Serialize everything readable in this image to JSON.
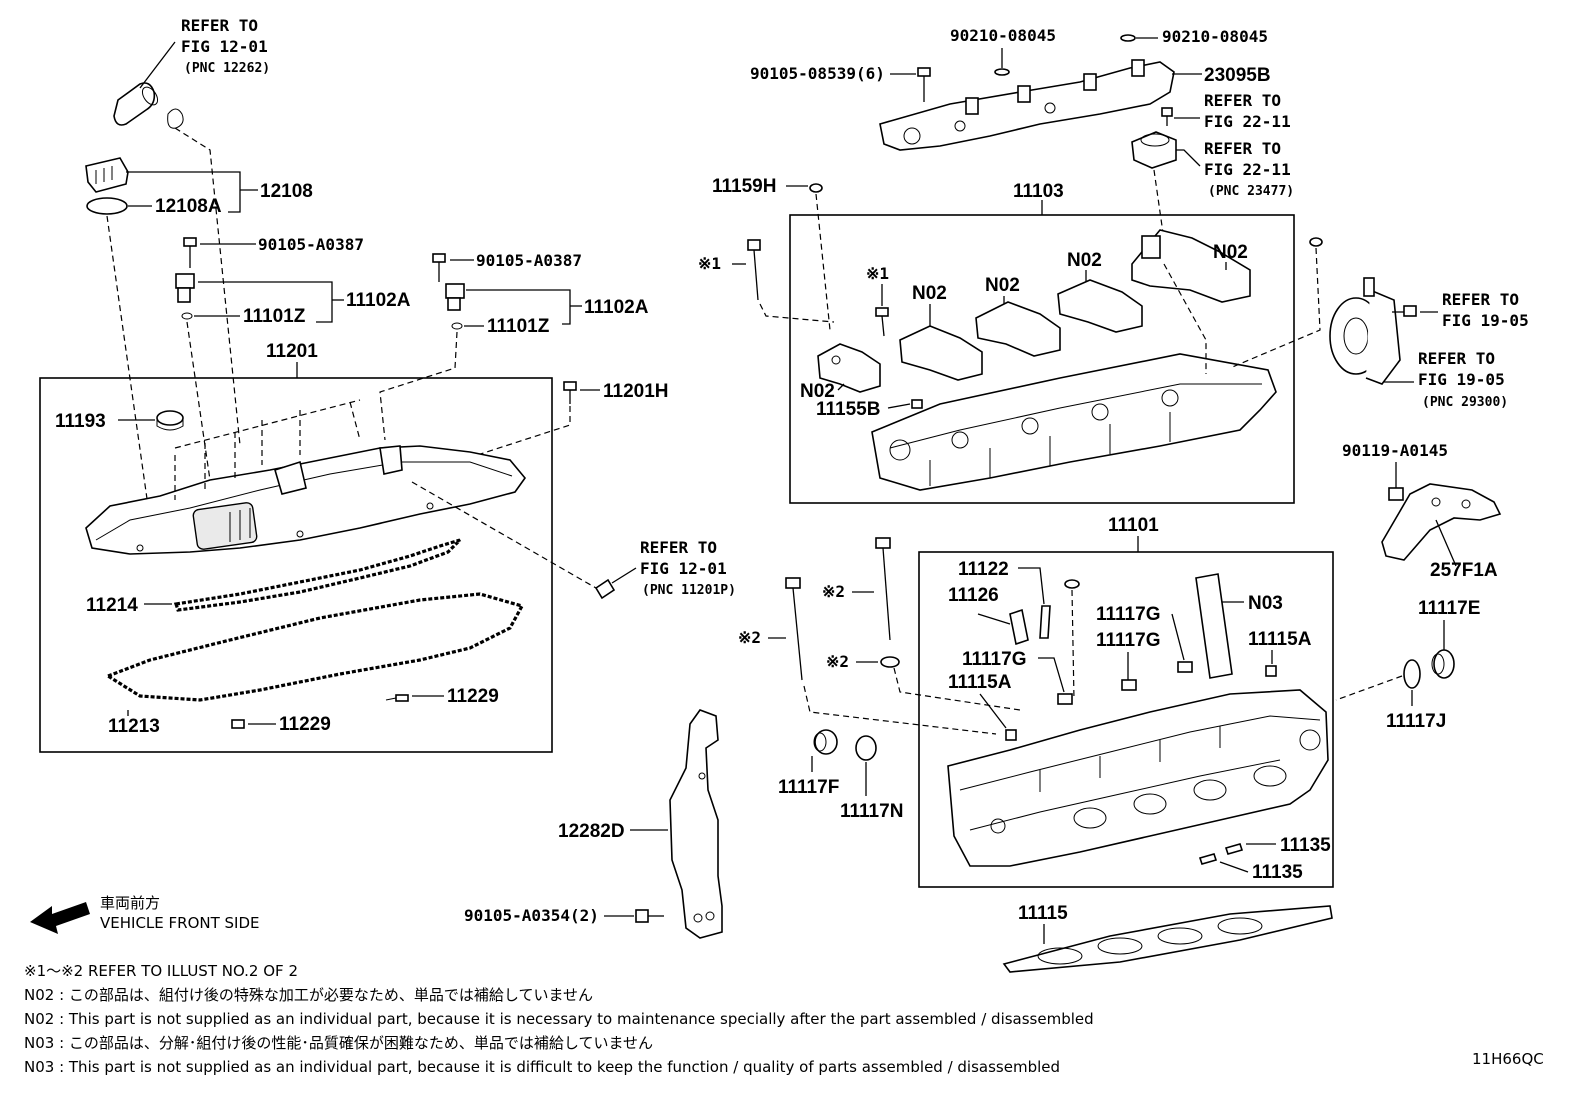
{
  "labels": {
    "refer_to": "REFER TO",
    "fig_12_01": "FIG 12-01",
    "pnc_12262": "(PNC 12262)",
    "p12108": "12108",
    "p12108A": "12108A",
    "p90105_A0387_a": "90105-A0387",
    "p90105_A0387_b": "90105-A0387",
    "p11102A_a": "11102A",
    "p11102A_b": "11102A",
    "p11101Z_a": "11101Z",
    "p11101Z_b": "11101Z",
    "p11201": "11201",
    "p11201H": "11201H",
    "p11193": "11193",
    "p11214": "11214",
    "p11213": "11213",
    "p11229_a": "11229",
    "p11229_b": "11229",
    "pnc_11201P": "(PNC 11201P)",
    "p90210_08045_a": "90210-08045",
    "p90210_08045_b": "90210-08045",
    "p90105_08539": "90105-08539(6)",
    "p23095B": "23095B",
    "fig_22_11": "FIG 22-11",
    "pnc_23477": "(PNC 23477)",
    "p11159H": "11159H",
    "p11103": "11103",
    "mark1": "※1",
    "mark2": "※2",
    "n02": "N02",
    "n03": "N03",
    "p11155B": "11155B",
    "fig_19_05": "FIG 19-05",
    "pnc_29300": "(PNC 29300)",
    "p90119_A0145": "90119-A0145",
    "p257F1A": "257F1A",
    "p11101": "11101",
    "p11122": "11122",
    "p11126": "11126",
    "p11117G": "11117G",
    "p11115A": "11115A",
    "p11117E": "11117E",
    "p11117J": "11117J",
    "p11117F": "11117F",
    "p11117N": "11117N",
    "p11135": "11135",
    "p11115": "11115",
    "p12282D": "12282D",
    "p90105_A0354": "90105-A0354(2)",
    "front_jp": "車両前方",
    "front_en": "VEHICLE FRONT SIDE",
    "diagram_code": "11H66QC"
  },
  "notes": [
    "※1～※2 REFER TO ILLUST NO.2 OF 2",
    "N02 : この部品は、組付け後の特殊な加工が必要なため、単品では補給していません",
    "N02 : This part is not supplied as an individual part, because it is necessary to maintenance specially after the part assembled / disassembled",
    "N03 : この部品は、分解･組付け後の性能･品質確保が困難なため、単品では補給していません",
    "N03 : This part is not supplied as an individual part, because it is difficult to keep the function / quality of parts  assembled / disassembled"
  ]
}
